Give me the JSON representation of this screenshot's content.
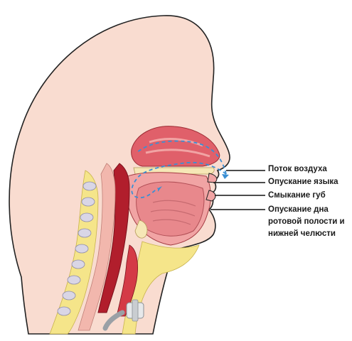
{
  "labels": {
    "airflow": "Поток воздуха",
    "tongue_lowering": "Опускание языка",
    "lip_closure": "Смыкание губ",
    "floor_lowering_line1": "Опускание дна",
    "floor_lowering_line2": "ротовой полости и",
    "floor_lowering_line3": "нижней челюсти"
  },
  "colors": {
    "skin": "#f9dcd0",
    "skin_outline": "#222222",
    "nasal_cavity": "#e0606a",
    "nasal_cavity_light": "#f1a4a4",
    "tongue": "#e8888c",
    "palate_bone": "#f6e7b6",
    "spine_bone": "#d9d6e6",
    "fat_tissue": "#f5e58a",
    "airway_dark": "#b11e2c",
    "airflow_arrow": "#3a8fd4",
    "leader_line": "#111111"
  }
}
